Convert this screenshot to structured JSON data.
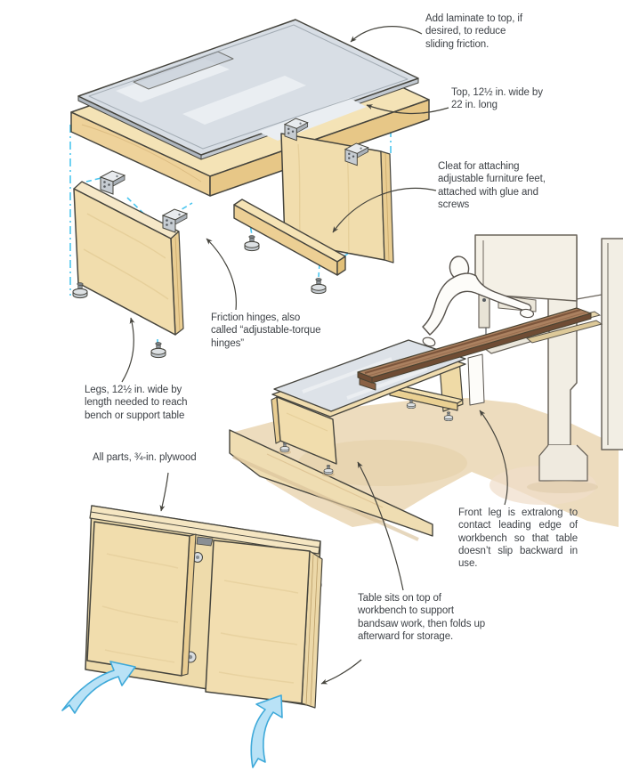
{
  "annotations": {
    "add_laminate": "Add laminate to top, if desired, to reduce sliding friction.",
    "top_size": "Top, 12½ in. wide by 22 in. long",
    "cleat": "Cleat for attaching adjustable furniture feet, attached with glue and screws",
    "friction_hinges": "Friction hinges, also called “adjustable-torque hinges”",
    "legs": "Legs, 12½ in. wide by length needed to reach bench or support table",
    "all_parts": "All parts, ¾-in. plywood",
    "front_leg": "Front leg is extralong to contact leading edge of workbench so that table doesn’t slip backward in use.",
    "table_sits": "Table sits on top of workbench to support bandsaw work, then folds up afterward for storage."
  },
  "colors": {
    "background": "#ffffff",
    "text": "#3e4247",
    "outline": "#45443d",
    "plywood_face": "#f2deae",
    "plywood_edge": "#e9cd92",
    "laminate": "#d8dee5",
    "centerline_cyan": "#4cc6ef",
    "fold_arrow_fill": "#b9e2f6",
    "fold_arrow_stroke": "#3ea9d9",
    "board_brown": "#ab8160",
    "floor_tan": "#eddcbe",
    "metal": "#d9dde0"
  }
}
